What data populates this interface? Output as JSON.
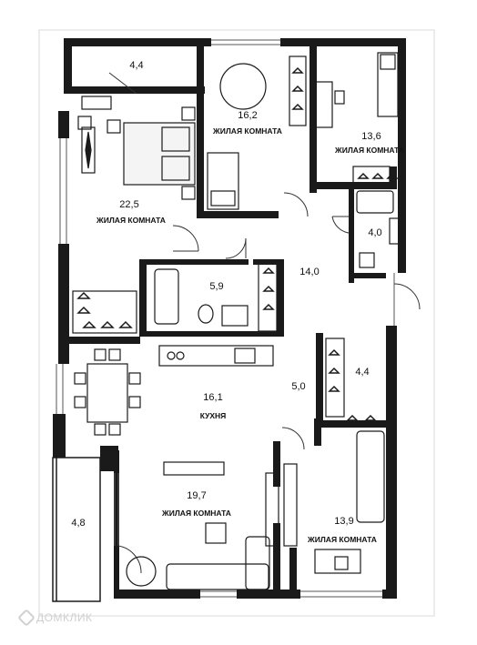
{
  "plan": {
    "rooms": [
      {
        "id": "balcony-top",
        "area": "4,4",
        "label": ""
      },
      {
        "id": "bedroom-top-center",
        "area": "16,2",
        "label": "ЖИЛАЯ КОМНАТА"
      },
      {
        "id": "bedroom-top-right",
        "area": "13,6",
        "label": "ЖИЛАЯ КОМНАТА"
      },
      {
        "id": "master-bedroom",
        "area": "22,5",
        "label": "ЖИЛАЯ КОМНАТА"
      },
      {
        "id": "bathroom-right",
        "area": "4,0",
        "label": ""
      },
      {
        "id": "bathroom-center",
        "area": "5,9",
        "label": ""
      },
      {
        "id": "hall",
        "area": "14,0",
        "label": ""
      },
      {
        "id": "kitchen",
        "area": "16,1",
        "label": "КУХНЯ"
      },
      {
        "id": "corridor",
        "area": "5,0",
        "label": ""
      },
      {
        "id": "wardrobe",
        "area": "4,4",
        "label": ""
      },
      {
        "id": "living-room",
        "area": "19,7",
        "label": "ЖИЛАЯ КОМНАТА"
      },
      {
        "id": "bedroom-bottom-right",
        "area": "13,9",
        "label": "ЖИЛАЯ КОМНАТА"
      },
      {
        "id": "loggia",
        "area": "4,8",
        "label": ""
      }
    ]
  },
  "watermark": {
    "text": "ДОМКЛИК",
    "icon": "domclick-logo-icon"
  }
}
